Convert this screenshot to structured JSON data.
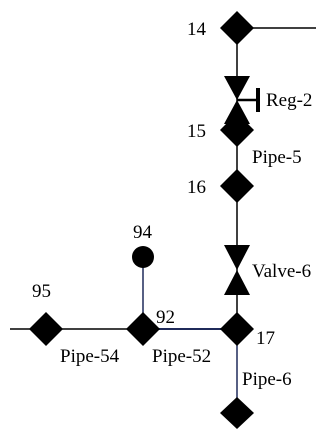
{
  "diagram": {
    "nodes": [
      {
        "id": "n14",
        "label": "14",
        "symbol": "diamond"
      },
      {
        "id": "n15",
        "label": "15",
        "symbol": "diamond"
      },
      {
        "id": "n16",
        "label": "16",
        "symbol": "diamond"
      },
      {
        "id": "n17",
        "label": "17",
        "symbol": "diamond"
      },
      {
        "id": "n94",
        "label": "94",
        "symbol": "circle"
      },
      {
        "id": "n92",
        "label": "92",
        "symbol": "diamond"
      },
      {
        "id": "n95",
        "label": "95",
        "symbol": "diamond"
      },
      {
        "id": "n_out",
        "label": "",
        "symbol": "diamond"
      }
    ],
    "links": [
      {
        "label": "Reg-2",
        "type": "regulator",
        "from": "n14",
        "to": "n15"
      },
      {
        "label": "Pipe-5",
        "type": "pipe",
        "from": "n15",
        "to": "n16"
      },
      {
        "label": "Valve-6",
        "type": "valve",
        "from": "n16",
        "to": "n17"
      },
      {
        "label": "Pipe-6",
        "type": "pipe",
        "from": "n17",
        "to": "n_out"
      },
      {
        "label": "Pipe-52",
        "type": "pipe",
        "from": "n92",
        "to": "n17"
      },
      {
        "label": "Pipe-54",
        "type": "pipe",
        "from": "n95",
        "to": "n92"
      },
      {
        "label": "",
        "type": "pipe",
        "from": "n92",
        "to": "n94"
      }
    ],
    "colors": {
      "black": "#000000",
      "blue_pipe": "#1f2a5a"
    }
  }
}
